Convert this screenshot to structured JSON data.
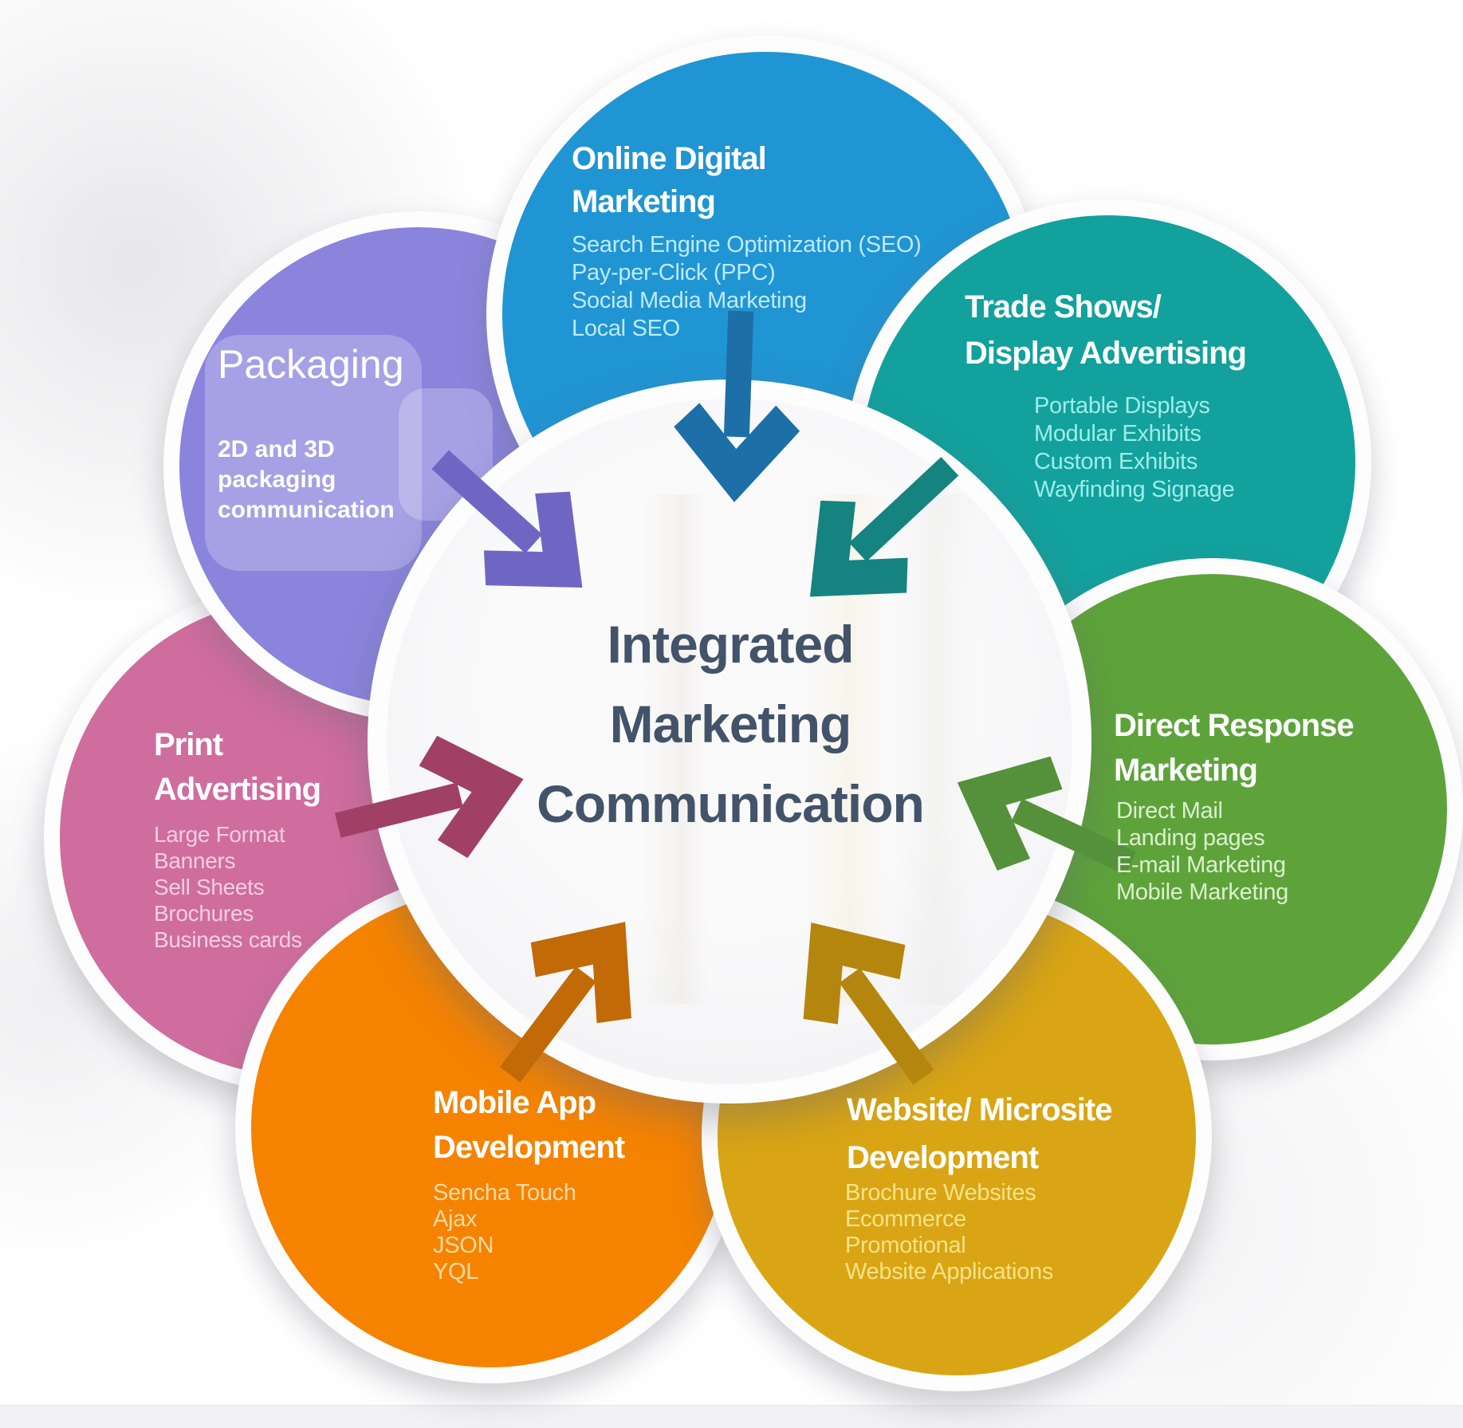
{
  "center": {
    "text": "Integrated\nMarketing\nCommunication",
    "text_color": "#42536a"
  },
  "circles": {
    "online_digital_marketing": {
      "title": "Online Digital\nMarketing",
      "items": [
        "Search Engine Optimization (SEO)",
        "Pay-per-Click (PPC)",
        "Social Media Marketing",
        "Local SEO"
      ],
      "fill": "#2095d3",
      "item_color": "#bfe9fb"
    },
    "trade_shows_display_advertising": {
      "title": "Trade Shows/\nDisplay Advertising",
      "items": [
        "Portable Displays",
        "Modular Exhibits",
        "Custom Exhibits",
        "Wayfinding Signage"
      ],
      "fill": "#12a19d",
      "item_color": "#9fece7"
    },
    "direct_response_marketing": {
      "title": "Direct Response\nMarketing",
      "items": [
        "Direct Mail",
        "Landing pages",
        "E-mail Marketing",
        "Mobile Marketing"
      ],
      "fill": "#5da33a",
      "item_color": "#ddf0d0"
    },
    "website_microsite_development": {
      "title": "Website/ Microsite\nDevelopment",
      "items": [
        "Brochure Websites",
        "Ecommerce",
        "Promotional",
        "Website Applications"
      ],
      "fill": "#d9a514",
      "item_color": "#f7e387"
    },
    "mobile_app_development": {
      "title": "Mobile App\nDevelopment",
      "items": [
        "Sencha Touch",
        "Ajax",
        "JSON",
        "YQL"
      ],
      "fill": "#f58300",
      "item_color": "#fbd9a4"
    },
    "print_advertising": {
      "title": "Print\nAdvertising",
      "items": [
        "Large Format",
        "Banners",
        "Sell Sheets",
        "Brochures",
        "Business cards"
      ],
      "fill": "#cf6d9e",
      "item_color": "#f3cfe1"
    },
    "packaging": {
      "title": "Packaging",
      "body": "2D and 3D packaging communication",
      "fill": "#8a84dd"
    }
  },
  "arrows": {
    "from_online_digital": {
      "color": "#1d6fa8"
    },
    "from_trade_shows": {
      "color": "#15837f"
    },
    "from_packaging": {
      "color": "#6f66c4"
    },
    "from_print_advertising": {
      "color": "#a04064"
    },
    "from_direct_response": {
      "color": "#55913a"
    },
    "from_mobile_app": {
      "color": "#c16a07"
    },
    "from_website_microsite": {
      "color": "#b5860e"
    }
  }
}
